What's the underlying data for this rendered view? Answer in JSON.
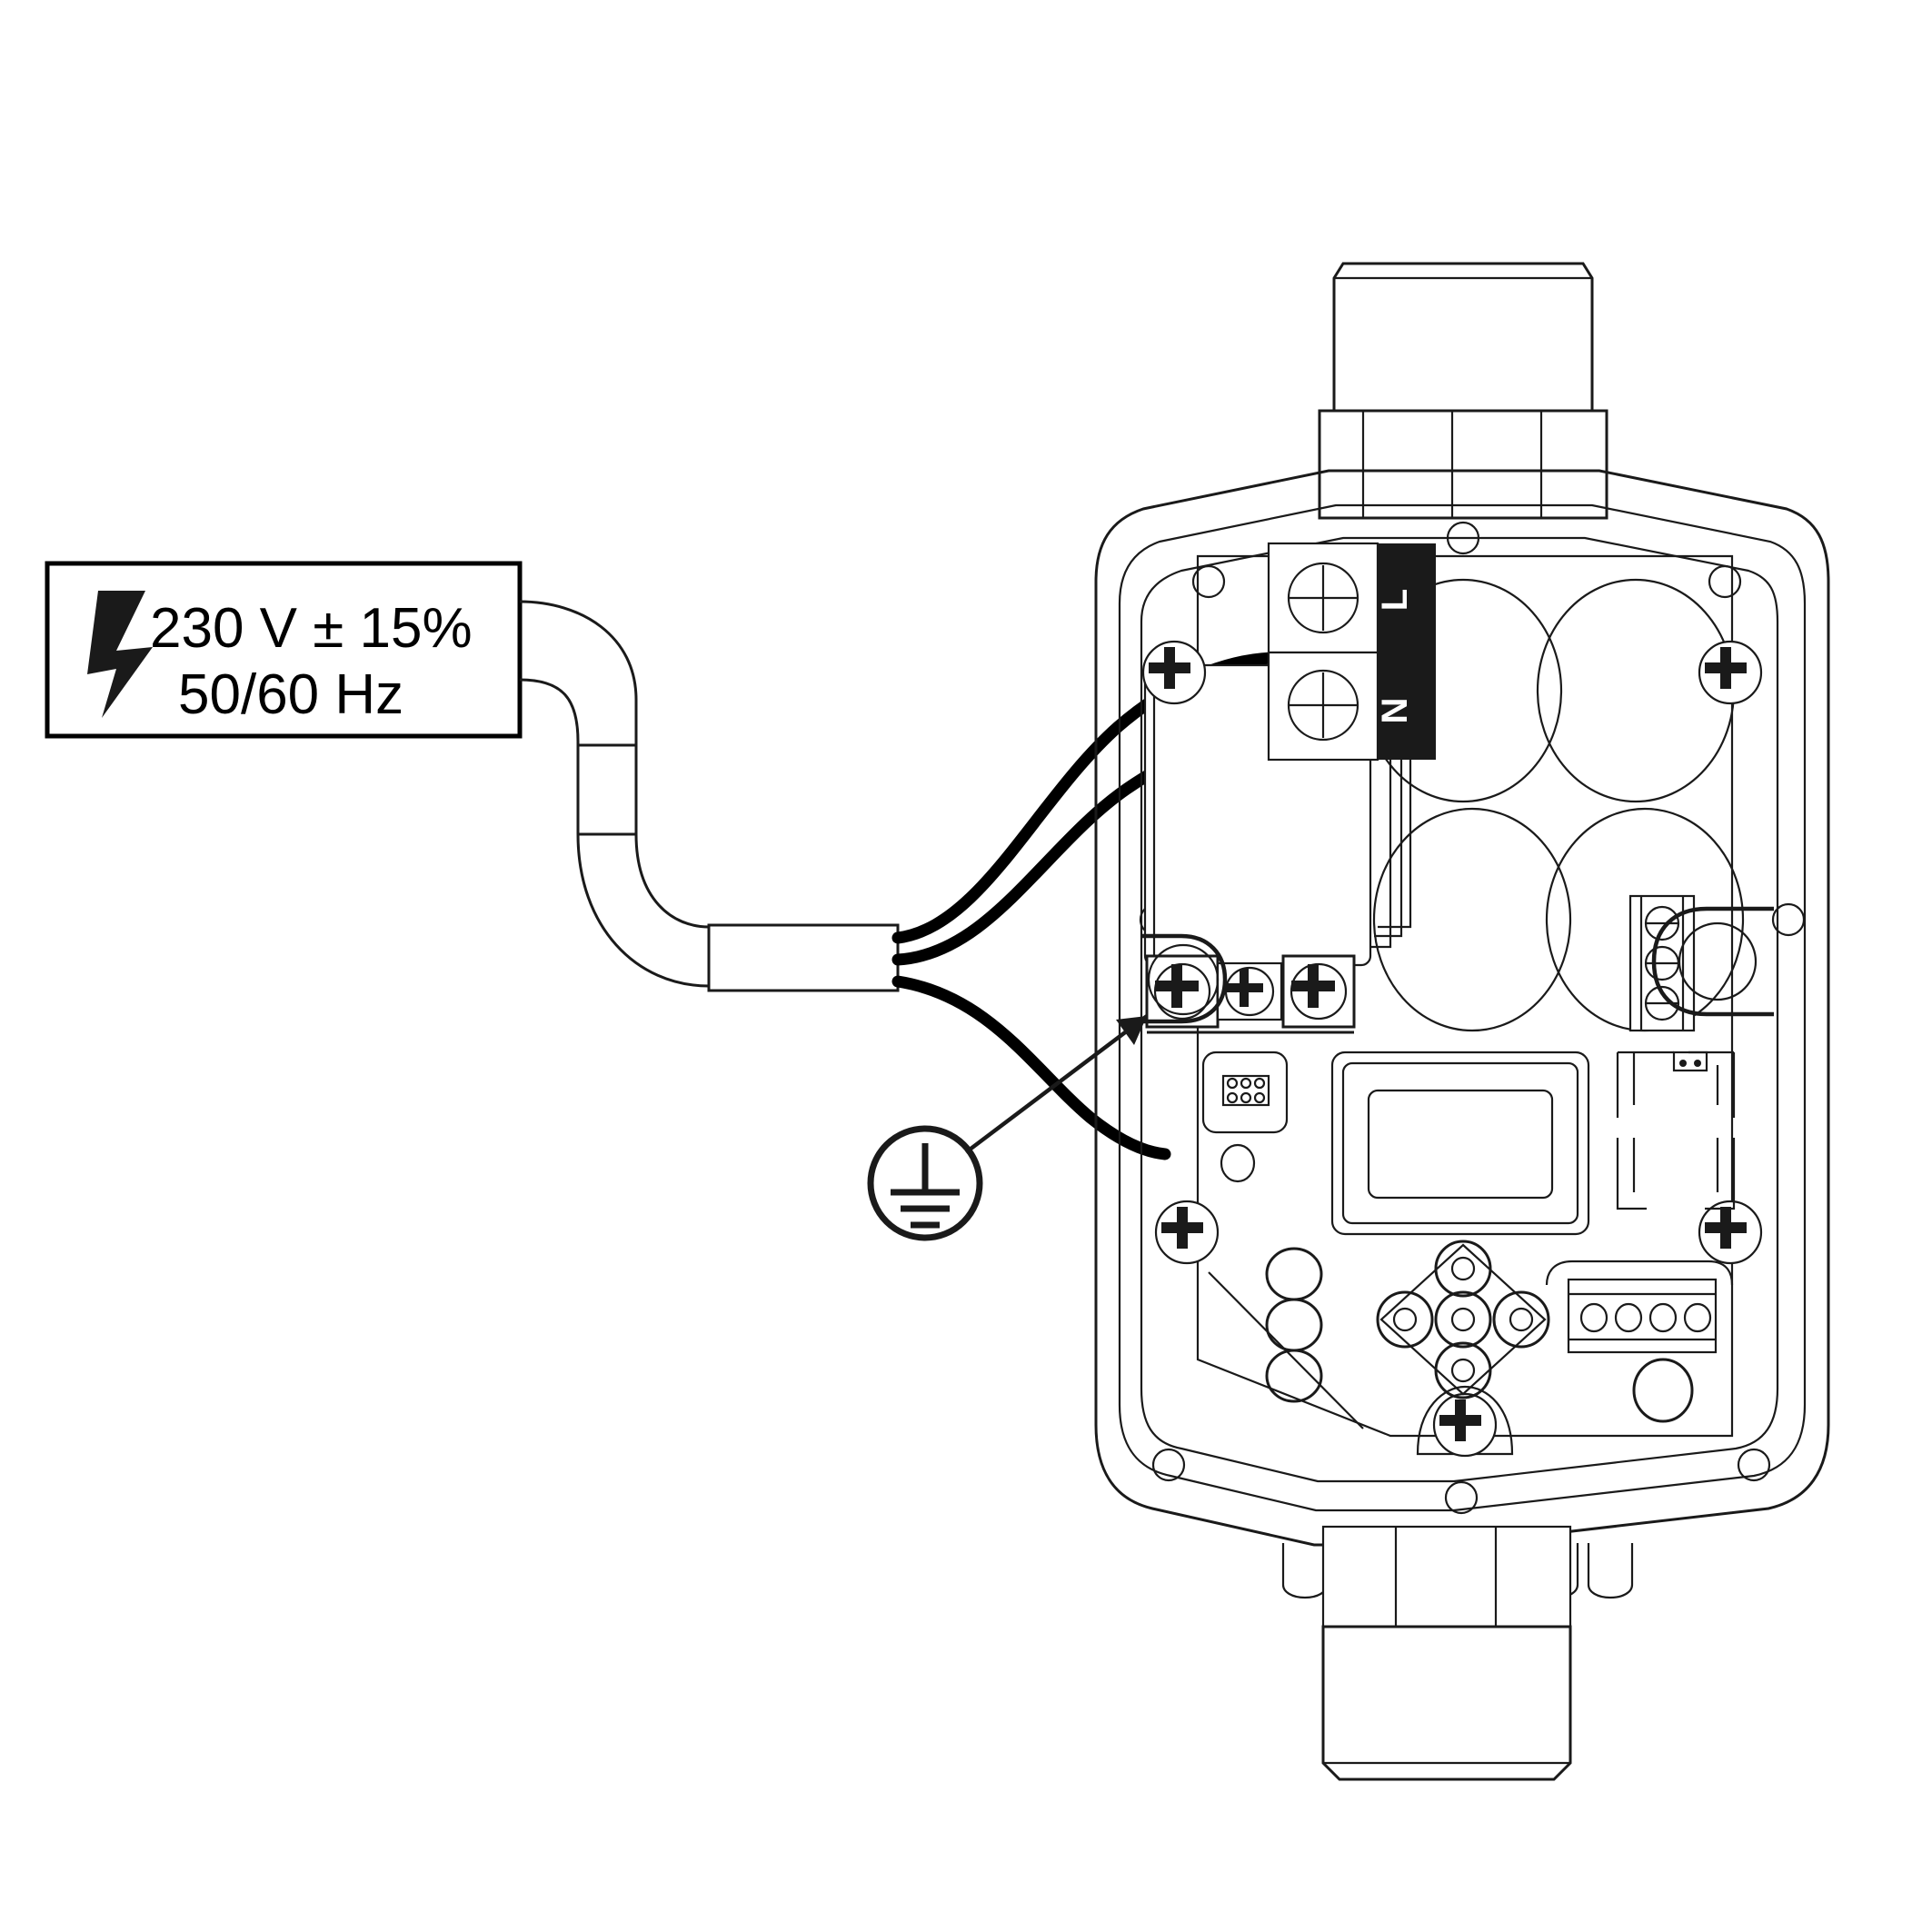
{
  "diagram": {
    "title": "Mains power supply and protective earth connection",
    "type": "wiring-diagram"
  },
  "warning_label": {
    "icon": "lightning-bolt-icon",
    "line1": "230 V ± 15%",
    "line2": "50/60 Hz",
    "voltage": "230 V",
    "tolerance": "± 15%",
    "frequency": "50/60 Hz"
  },
  "mains_terminal_block": {
    "name": "L-N terminal block",
    "terminals": [
      {
        "label": "L",
        "role": "line"
      },
      {
        "label": "N",
        "role": "neutral"
      }
    ],
    "marker_background": "#1a1a1a",
    "marker_text_color": "#ffffff"
  },
  "earth_terminal_strip": {
    "name": "protective earth screw terminals",
    "screw_count": 3,
    "screw_type": "phillips",
    "highlighted_index": 0
  },
  "earth_symbol": {
    "icon": "protective-earth-icon",
    "description": "protective earth / ground symbol in circle"
  },
  "callout": {
    "icon": "arrow-icon",
    "points_to": "earth-terminal-screw-1"
  },
  "cable": {
    "name": "mains supply cable",
    "conductor_count": 3,
    "jacket": "outer sheath",
    "routing": "bend from label into enclosure"
  },
  "enclosure": {
    "name": "controller enclosure",
    "glands": {
      "top_count": 1,
      "bottom_count": 5
    },
    "cover_screws": 5
  },
  "board": {
    "capacitors": 4,
    "transformer": 1,
    "display": "LCD display",
    "header_pins": 6,
    "leds": 3,
    "keypad_buttons": 5,
    "connector_4pin": 4,
    "terminal_3pos": 3
  },
  "colors": {
    "line": "#1a1a1a",
    "wire": "#000000",
    "background": "#ffffff",
    "marker": "#1a1a1a"
  }
}
